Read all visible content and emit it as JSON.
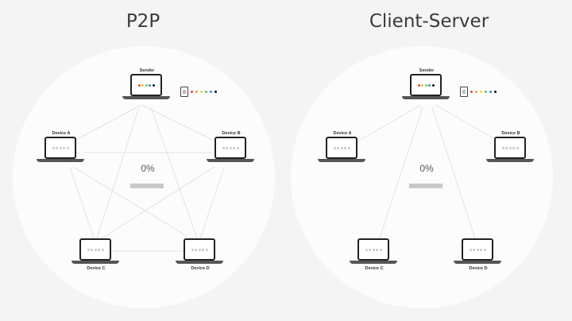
{
  "panels": [
    {
      "id": "p2p",
      "title": "P2P",
      "progress": "0%",
      "topology": "full-mesh",
      "nodes": {
        "sender": {
          "label": "Sender"
        },
        "a": {
          "label": "Device A"
        },
        "b": {
          "label": "Device B"
        },
        "c": {
          "label": "Device C"
        },
        "d": {
          "label": "Device D"
        }
      }
    },
    {
      "id": "client-server",
      "title": "Client-Server",
      "progress": "0%",
      "topology": "star-from-sender",
      "nodes": {
        "sender": {
          "label": "Sender"
        },
        "a": {
          "label": "Device A"
        },
        "b": {
          "label": "Device B"
        },
        "c": {
          "label": "Device C"
        },
        "d": {
          "label": "Device D"
        }
      }
    }
  ],
  "file_chunk_colors": [
    "#e8455a",
    "#f0a63c",
    "#e9d84a",
    "#5cc06a",
    "#2f8fd8",
    "#111111"
  ],
  "sender_screen_colors": [
    "#e8455a",
    "#f0c23c",
    "#7ec850",
    "#2f8fd8",
    "#111111"
  ],
  "empty_dot_color": "#c8c8c8"
}
